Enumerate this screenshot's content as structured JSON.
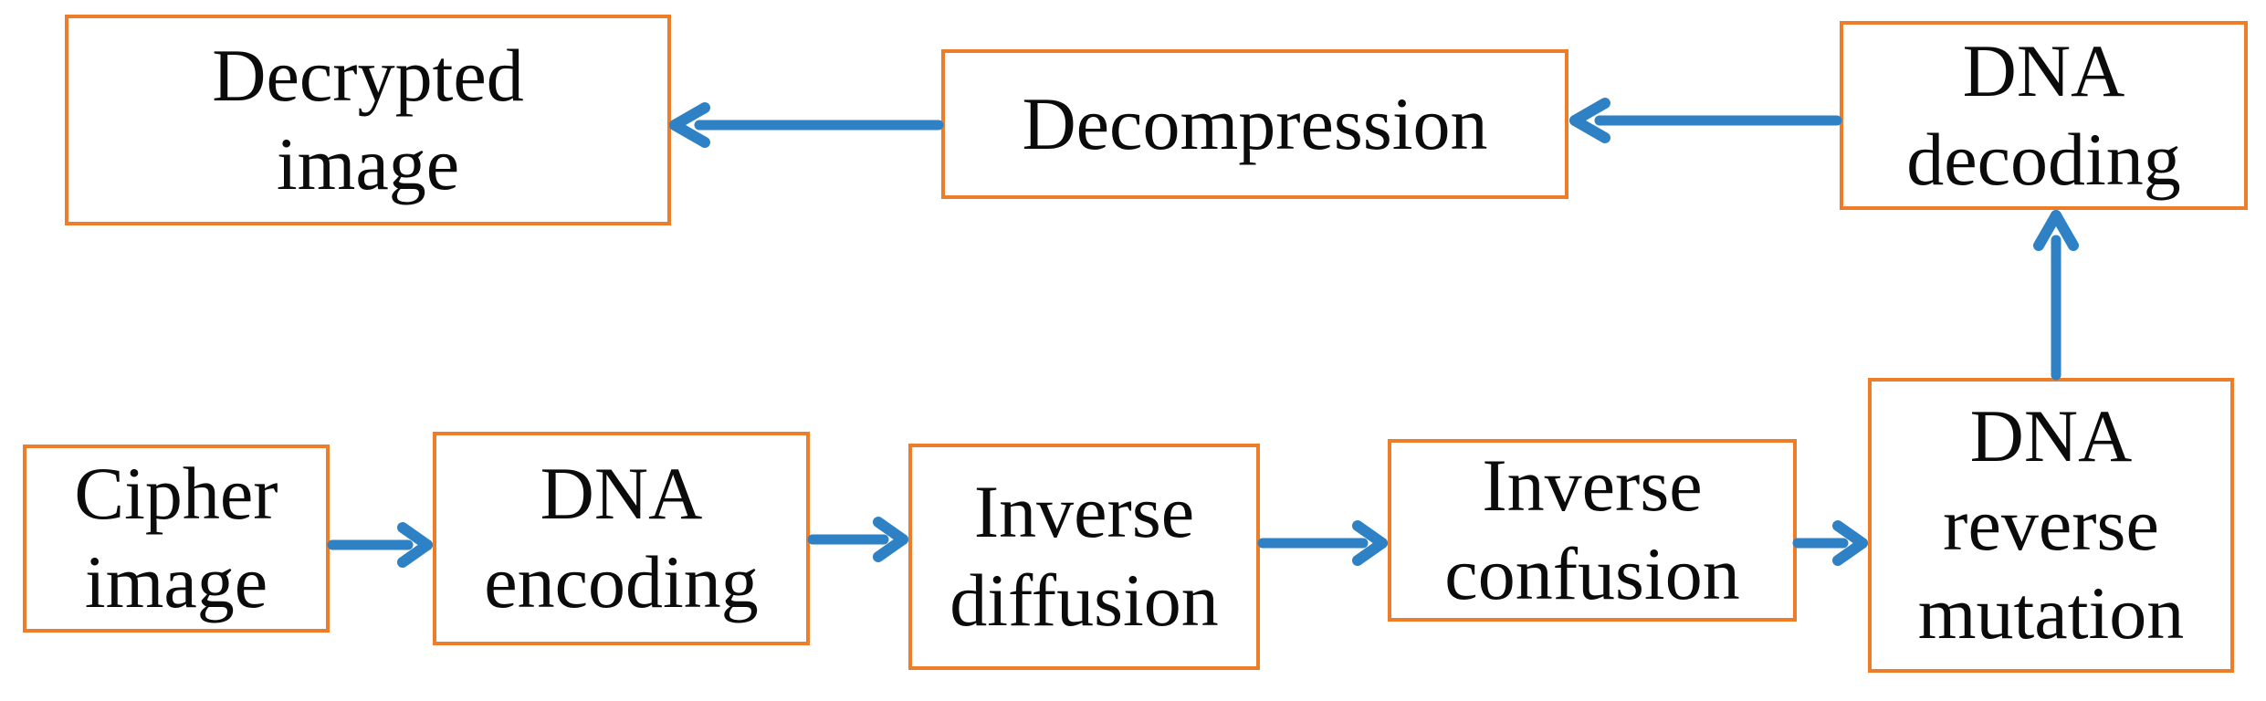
{
  "diagram": {
    "type": "flowchart",
    "description": "Image decryption process flow",
    "colors": {
      "background": "#ffffff",
      "box_border": "#ED7D29",
      "box_fill": "#ffffff",
      "arrow": "#2E81C5",
      "text": "#0b0b0b"
    },
    "nodes": [
      {
        "id": "decrypted-image",
        "label": "Decrypted image",
        "lines": [
          "Decrypted",
          "image"
        ]
      },
      {
        "id": "decompression",
        "label": "Decompression",
        "lines": [
          "Decompression"
        ]
      },
      {
        "id": "dna-decoding",
        "label": "DNA decoding",
        "lines": [
          "DNA",
          "decoding"
        ]
      },
      {
        "id": "cipher-image",
        "label": "Cipher image",
        "lines": [
          "Cipher",
          "image"
        ]
      },
      {
        "id": "dna-encoding",
        "label": "DNA encoding",
        "lines": [
          "DNA",
          "encoding"
        ]
      },
      {
        "id": "inverse-diffusion",
        "label": "Inverse diffusion",
        "lines": [
          "Inverse",
          "diffusion"
        ]
      },
      {
        "id": "inverse-confusion",
        "label": "Inverse confusion",
        "lines": [
          "Inverse",
          "confusion"
        ]
      },
      {
        "id": "dna-reverse-mutation",
        "label": "DNA reverse mutation",
        "lines": [
          "DNA",
          "reverse",
          "mutation"
        ]
      }
    ],
    "edges": [
      {
        "from": "cipher-image",
        "to": "dna-encoding",
        "direction": "right"
      },
      {
        "from": "dna-encoding",
        "to": "inverse-diffusion",
        "direction": "right"
      },
      {
        "from": "inverse-diffusion",
        "to": "inverse-confusion",
        "direction": "right"
      },
      {
        "from": "inverse-confusion",
        "to": "dna-reverse-mutation",
        "direction": "right"
      },
      {
        "from": "dna-reverse-mutation",
        "to": "dna-decoding",
        "direction": "up"
      },
      {
        "from": "dna-decoding",
        "to": "decompression",
        "direction": "left"
      },
      {
        "from": "decompression",
        "to": "decrypted-image",
        "direction": "left"
      }
    ]
  }
}
